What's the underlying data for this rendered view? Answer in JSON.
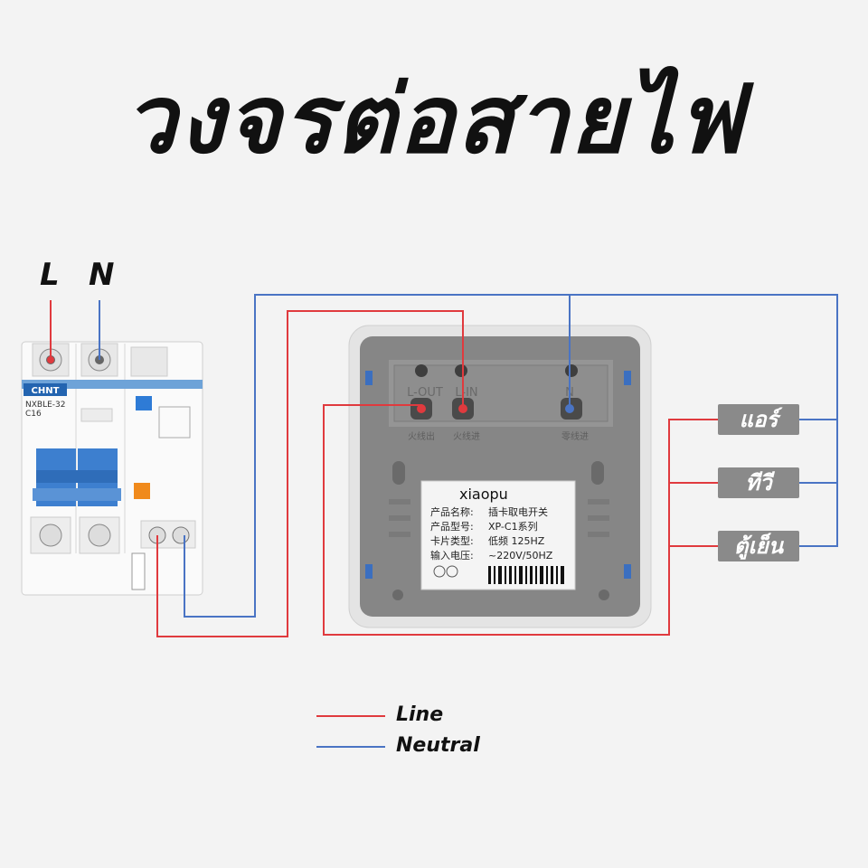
{
  "title": "วงจรต่อสายไฟ",
  "breaker": {
    "terminal_top": [
      "L",
      "N"
    ],
    "brand": "CHNT",
    "model": "NXBLE-32",
    "rating": "C16"
  },
  "switch": {
    "terminals": [
      "L-OUT",
      "L-IN",
      "N"
    ],
    "terminal_cn": [
      "火线出",
      "火线进",
      "零线进"
    ],
    "label": {
      "brand": "xiaopu",
      "rows": [
        [
          "产品名称:",
          "插卡取电开关"
        ],
        [
          "产品型号:",
          "XP-C1系列"
        ],
        [
          "卡片类型:",
          "低频 125HZ"
        ],
        [
          "输入电压:",
          "~220V/50HZ"
        ]
      ]
    }
  },
  "loads": [
    "แอร์",
    "ทีวี",
    "ตู้เย็น"
  ],
  "legend": [
    {
      "label": "Line",
      "color": "#e03a3e"
    },
    {
      "label": "Neutral",
      "color": "#4a74c4"
    }
  ]
}
